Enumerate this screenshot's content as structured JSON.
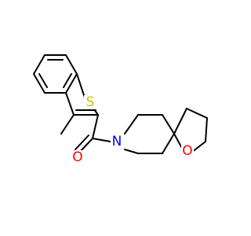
{
  "colors": {
    "background": "#ffffff",
    "bond": "#000000",
    "sulfur": "#c6c600",
    "nitrogen": "#0000ff",
    "oxygen": "#ff0000"
  },
  "atoms": {
    "sulfur": "S",
    "nitrogen": "N",
    "ring_oxygen": "O",
    "carbonyl_oxygen": "O"
  }
}
